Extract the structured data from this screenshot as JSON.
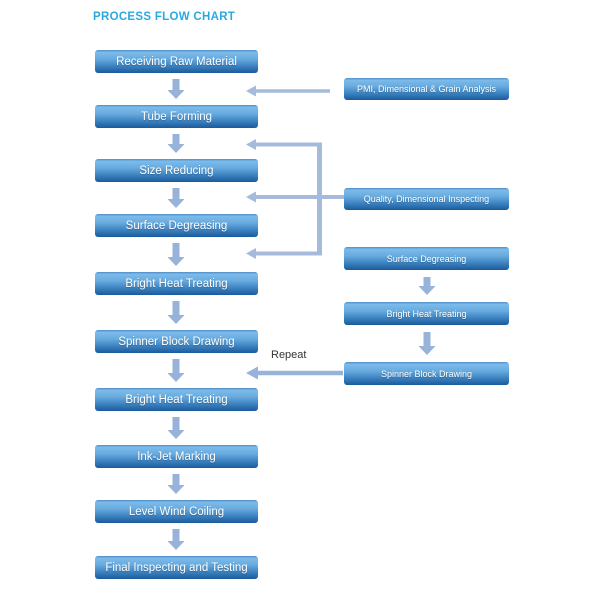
{
  "title": "PROCESS FLOW CHART",
  "diagram": {
    "main_flow": [
      "Receiving Raw Material",
      "Tube Forming",
      "Size Reducing",
      "Surface Degreasing",
      "Bright Heat Treating",
      "Spinner Block Drawing",
      "Bright Heat Treating",
      "Ink-Jet Marking",
      "Level Wind Coiling",
      "Final Inspecting and Testing"
    ],
    "side_flow_top": [
      "PMI, Dimensional & Grain Analysis",
      "Quality, Dimensional Inspecting"
    ],
    "side_flow_bottom": [
      "Surface Degreasing",
      "Bright Heat Treating",
      "Spinner Block Drawing"
    ],
    "repeat_label": "Repeat",
    "colors": {
      "title": "#29A9E1",
      "box_gradient_top": "#7CBBEB",
      "box_gradient_bottom": "#1A5A9C",
      "box_text": "#FFFFFF",
      "arrow_thick": "#98B3DA",
      "arrow_thin": "#A6BBDB",
      "repeat_text": "#333333",
      "background": "#FFFFFF"
    }
  }
}
